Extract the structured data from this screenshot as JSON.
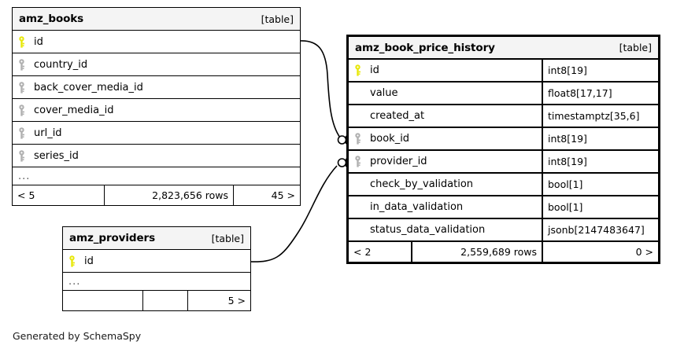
{
  "diagram": {
    "caption": "Generated by SchemaSpy",
    "kind_label": "[table]",
    "ellipsis": "...",
    "colors": {
      "primary_key": "#e8e80b",
      "foreign_key": "#b0b0b0",
      "header_bg": "#f4f4f4",
      "border": "#000000",
      "text": "#000000"
    }
  },
  "tables": {
    "amz_books": {
      "name": "amz_books",
      "kind": "[table]",
      "columns": [
        {
          "name": "id",
          "key": "primary"
        },
        {
          "name": "country_id",
          "key": "foreign"
        },
        {
          "name": "back_cover_media_id",
          "key": "foreign"
        },
        {
          "name": "cover_media_id",
          "key": "foreign"
        },
        {
          "name": "url_id",
          "key": "foreign"
        },
        {
          "name": "series_id",
          "key": "foreign"
        }
      ],
      "has_ellipsis_row": true,
      "footer": {
        "left": "< 5",
        "middle": "2,823,656 rows",
        "right": "45 >"
      }
    },
    "amz_book_price_history": {
      "name": "amz_book_price_history",
      "kind": "[table]",
      "columns": [
        {
          "name": "id",
          "type": "int8[19]",
          "key": "primary"
        },
        {
          "name": "value",
          "type": "float8[17,17]",
          "key": "none"
        },
        {
          "name": "created_at",
          "type": "timestamptz[35,6]",
          "key": "none"
        },
        {
          "name": "book_id",
          "type": "int8[19]",
          "key": "foreign"
        },
        {
          "name": "provider_id",
          "type": "int8[19]",
          "key": "foreign"
        },
        {
          "name": "check_by_validation",
          "type": "bool[1]",
          "key": "none"
        },
        {
          "name": "in_data_validation",
          "type": "bool[1]",
          "key": "none"
        },
        {
          "name": "status_data_validation",
          "type": "jsonb[2147483647]",
          "key": "none"
        }
      ],
      "has_ellipsis_row": false,
      "footer": {
        "left": "< 2",
        "middle": "2,559,689 rows",
        "right": "0 >"
      }
    },
    "amz_providers": {
      "name": "amz_providers",
      "kind": "[table]",
      "columns": [
        {
          "name": "id",
          "key": "primary"
        }
      ],
      "has_ellipsis_row": true,
      "footer": {
        "left": "",
        "middle": "",
        "right": "5 >"
      }
    }
  },
  "relationships": [
    {
      "from": "amz_books.id",
      "to": "amz_book_price_history.book_id",
      "notation": "crows-foot-optional"
    },
    {
      "from": "amz_providers.id",
      "to": "amz_book_price_history.provider_id",
      "notation": "crows-foot-optional"
    }
  ]
}
